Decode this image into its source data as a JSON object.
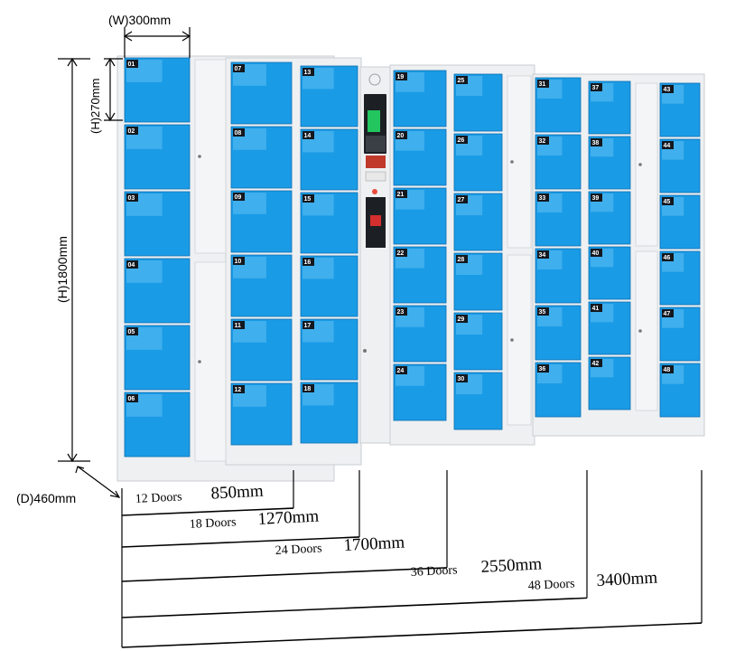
{
  "dimensions": {
    "width_label": "(W)300mm",
    "door_height_label": "(H)270mm",
    "total_height_label": "(H)1800mm",
    "depth_label": "(D)460mm"
  },
  "configurations": [
    {
      "doors": "12 Doors",
      "width": "850mm"
    },
    {
      "doors": "18 Doors",
      "width": "1270mm"
    },
    {
      "doors": "24 Doors",
      "width": "1700mm"
    },
    {
      "doors": "36 Doors",
      "width": "2550mm"
    },
    {
      "doors": "48 Doors",
      "width": "3400mm"
    }
  ],
  "door_numbers": [
    "01",
    "02",
    "03",
    "04",
    "05",
    "06",
    "07",
    "08",
    "09",
    "10",
    "11",
    "12",
    "13",
    "14",
    "15",
    "16",
    "17",
    "18",
    "19",
    "20",
    "21",
    "22",
    "23",
    "24",
    "25",
    "26",
    "27",
    "28",
    "29",
    "30",
    "31",
    "32",
    "33",
    "34",
    "35",
    "36",
    "37",
    "38",
    "39",
    "40",
    "41",
    "42",
    "43",
    "44",
    "45",
    "46",
    "47",
    "48"
  ],
  "colors": {
    "door": "#1a9be6",
    "frame": "#eef0f2",
    "screen": "#22c55e"
  }
}
